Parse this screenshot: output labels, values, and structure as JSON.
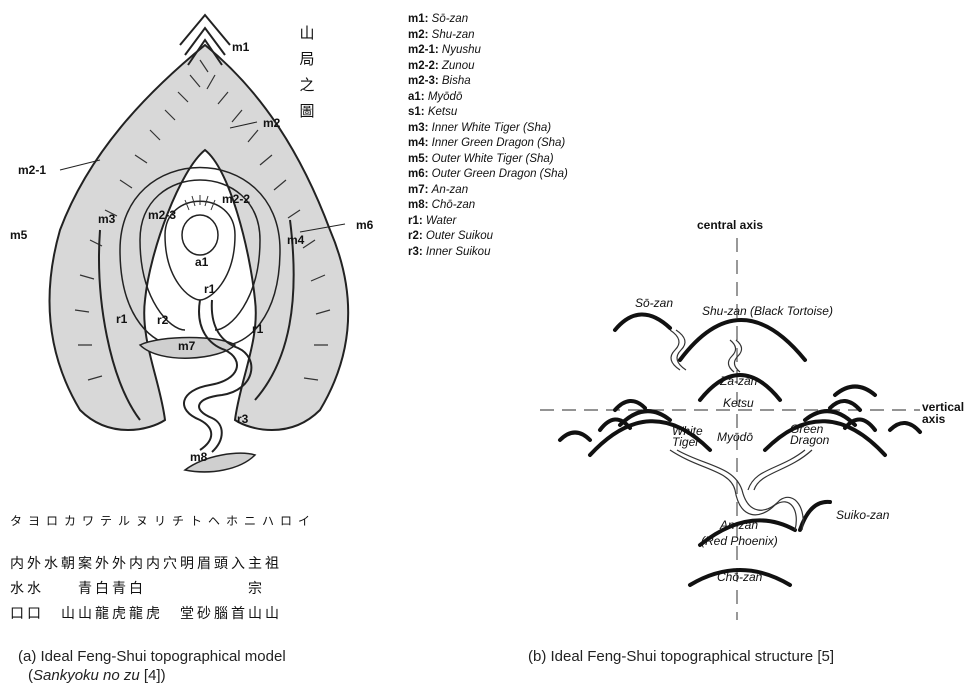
{
  "panel_a": {
    "vertical_title": [
      "山",
      "局",
      "之",
      "圖"
    ],
    "labels": {
      "m1": "m1",
      "m2": "m2",
      "m2_1": "m2-1",
      "m2_2": "m2-2",
      "m2_3": "m2-3",
      "m3": "m3",
      "m4": "m4",
      "m5": "m5",
      "m6": "m6",
      "m7": "m7",
      "m8": "m8",
      "a1": "a1",
      "r1a": "r1",
      "r1b": "r1",
      "r1c": "r1",
      "r2": "r2",
      "r3": "r3"
    },
    "kana_row": "タヨロカワテルヌリチトヘホニハロイ",
    "kanji_rows": [
      "内外水朝案外外内内穴明眉頭入主祖",
      "水水　　青白青白　　　　　　宗",
      "口口　山山龍虎龍虎　堂砂腦首山山"
    ],
    "caption_line1": "(a) Ideal Feng-Shui  topographical model",
    "caption_line2_prefix": "(",
    "caption_line2_italic": "Sankyoku no zu",
    "caption_line2_suffix": " [4])"
  },
  "legend": [
    {
      "key": "m1:",
      "value": "Sō-zan"
    },
    {
      "key": "m2:",
      "value": "Shu-zan"
    },
    {
      "key": "m2-1:",
      "value": "Nyushu"
    },
    {
      "key": "m2-2:",
      "value": "Zunou"
    },
    {
      "key": "m2-3:",
      "value": "Bisha"
    },
    {
      "key": "a1:",
      "value": "Myōdō"
    },
    {
      "key": "s1:",
      "value": "Ketsu"
    },
    {
      "key": "m3:",
      "value": "Inner White Tiger (Sha)"
    },
    {
      "key": "m4:",
      "value": "Inner Green Dragon (Sha)"
    },
    {
      "key": "m5:",
      "value": "Outer White Tiger (Sha)"
    },
    {
      "key": "m6:",
      "value": "Outer Green Dragon (Sha)"
    },
    {
      "key": "m7:",
      "value": "An-zan"
    },
    {
      "key": "m8:",
      "value": "Chō-zan"
    },
    {
      "key": "r1:",
      "value": "Water"
    },
    {
      "key": "r2:",
      "value": "Outer Suikou"
    },
    {
      "key": "r3:",
      "value": "Inner Suikou"
    }
  ],
  "panel_b": {
    "central_axis": "central axis",
    "vertical_axis": "vertical\naxis",
    "so_zan": "Sō-zan",
    "shu_zan": "Shu-zan (Black Tortoise)",
    "za_zan": "Za-zan",
    "ketsu": "Ketsu",
    "white_tiger": "White\nTiger",
    "myodo": "Myōdō",
    "green_dragon": "Green\nDragon",
    "suiko_zan": "Suiko-zan",
    "an_zan": "An-zan",
    "red_phoenix": "(Red Phoenix)",
    "cho_zan": "Chō-zan",
    "caption": "(b) Ideal Feng-Shui  topographical structure [5]"
  }
}
